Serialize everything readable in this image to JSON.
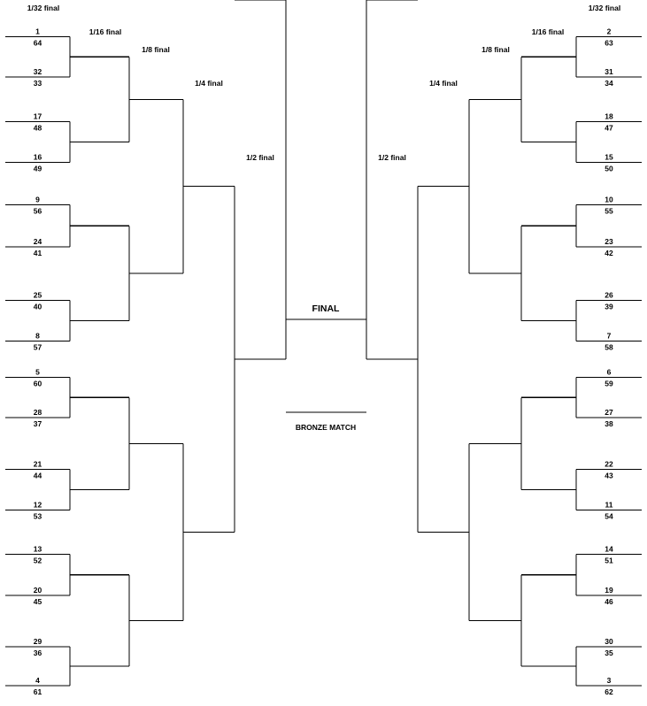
{
  "round_labels": {
    "r32": "1/32 final",
    "r16": "1/16 final",
    "r8": "1/8 final",
    "r4": "1/4 final",
    "r2": "1/2 final"
  },
  "center": {
    "final": "FINAL",
    "bronze": "BRONZE MATCH"
  },
  "left_matches": [
    [
      "1",
      "64"
    ],
    [
      "32",
      "33"
    ],
    [
      "17",
      "48"
    ],
    [
      "16",
      "49"
    ],
    [
      "9",
      "56"
    ],
    [
      "24",
      "41"
    ],
    [
      "25",
      "40"
    ],
    [
      "8",
      "57"
    ],
    [
      "5",
      "60"
    ],
    [
      "28",
      "37"
    ],
    [
      "21",
      "44"
    ],
    [
      "12",
      "53"
    ],
    [
      "13",
      "52"
    ],
    [
      "20",
      "45"
    ],
    [
      "29",
      "36"
    ],
    [
      "4",
      "61"
    ]
  ],
  "right_matches": [
    [
      "2",
      "63"
    ],
    [
      "31",
      "34"
    ],
    [
      "18",
      "47"
    ],
    [
      "15",
      "50"
    ],
    [
      "10",
      "55"
    ],
    [
      "23",
      "42"
    ],
    [
      "26",
      "39"
    ],
    [
      "7",
      "58"
    ],
    [
      "6",
      "59"
    ],
    [
      "27",
      "38"
    ],
    [
      "22",
      "43"
    ],
    [
      "11",
      "54"
    ],
    [
      "14",
      "51"
    ],
    [
      "19",
      "46"
    ],
    [
      "30",
      "35"
    ],
    [
      "3",
      "62"
    ]
  ]
}
